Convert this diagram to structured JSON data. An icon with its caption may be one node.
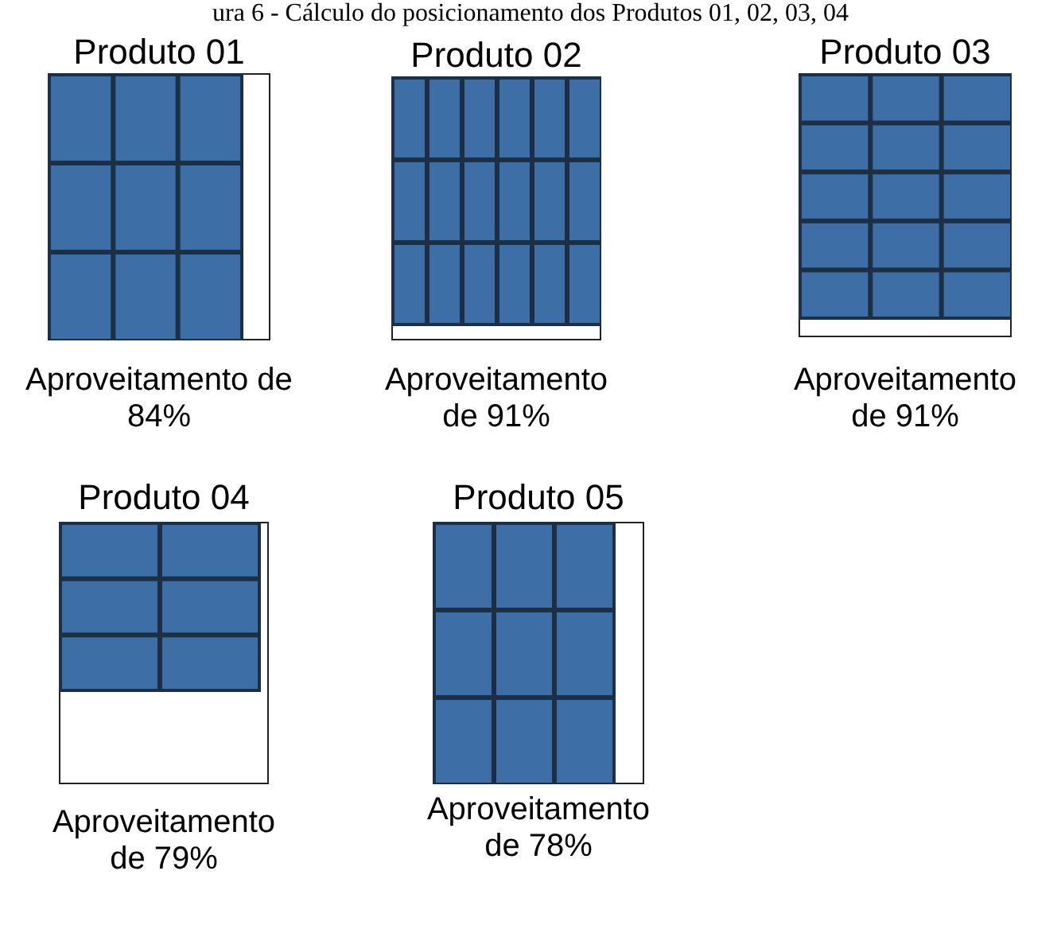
{
  "diagram": {
    "title": "ura 6 - Cálculo do posicionamento dos Produtos 01, 02, 03, 04",
    "nodes": [
      {
        "text": [
          "Produto 01"
        ],
        "beside": [
          "Aproveitamento de 84%"
        ]
      },
      {
        "text": [
          "Produto 02"
        ],
        "beside": [
          "Aproveitamento de 91%"
        ]
      },
      {
        "text": [
          "Produto 03"
        ],
        "beside": [
          "Aproveitamento de 91%"
        ]
      },
      {
        "text": [
          "Produto 04"
        ],
        "beside": [
          "Aproveitamento de 79%"
        ]
      },
      {
        "text": [
          "Produto 05"
        ],
        "beside": [
          "Aproveitamento de 78%"
        ]
      }
    ],
    "edges": []
  }
}
